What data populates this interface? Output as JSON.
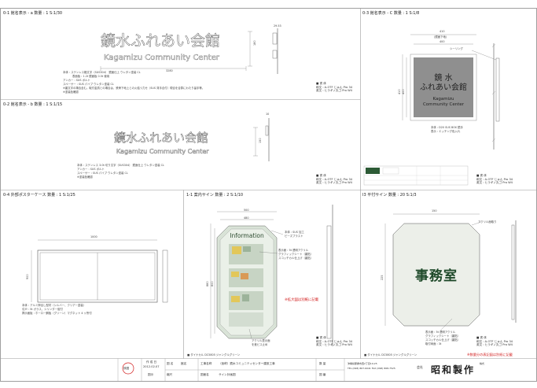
{
  "panels": {
    "p1": {
      "title": "0-1 館名表示 - a 数量 : 1 S:1/30",
      "sign_jp": "鏡水ふれあい会館",
      "sign_en": "Kagamizu Community Center",
      "dims": {
        "w": "3280",
        "h": "180",
        "g": "180",
        "t": "29.53"
      },
      "notes": [
        "本体 : ステンレス箱文字（SUS304） 鏡面仕上 ウレタン塗装 CL",
        "表面板 : 1.2t 鏡面板 0.5t 使用",
        "アンカー : SUS ボルト",
        "スペーサー : SUS パイプ ウレタン塗装 CL",
        "※裏文字の場合含む。取付金具との場合は、鉄骨下地上との火結つ力せ（SUS 背手合付）現合を合算にわたり留手等。",
        "※塗装色確認"
      ],
      "fonts": {
        "head": "■ 書 体",
        "jp": "和文 : A-OTF じゅん Pro 34",
        "en": "英文 : ヒラギノ丸ゴ Pro W4"
      }
    },
    "p2": {
      "title": "0-2 館名表示 - b 数量 : 1 S:1/15",
      "sign_jp": "鏡水ふれあい会館",
      "sign_en": "Kagamizu Community Center",
      "dims": {
        "h": "150",
        "t": "10"
      },
      "notes": [
        "本体 : ステンレス 3.0t 切り文字（SUS304） 鏡面仕上 ウレタン塗装 CL",
        "アンカー : SUS ボルト",
        "スペーサー : SUS パイプ ウレタン塗装 CL",
        "※塗装色確認"
      ],
      "fonts": {
        "head": "■ 書 体",
        "jp": "和文 : A-OTF じゅん Pro 34",
        "en": "英文 : ヒラギノ丸ゴ Pro W4"
      }
    },
    "p3": {
      "title": "0-3 館名表示 - C 数量 : 1 S:1/8",
      "sign_jp_1": "鏡 水",
      "sign_jp_2": "ふれあい会館",
      "sign_en_1": "Kagamizu",
      "sign_en_2": "Community Center",
      "dims": {
        "w_outer": "410",
        "w_outer_sub": "(鏡面下地)",
        "w_inner": "400",
        "h": "410",
        "h_inner": "400",
        "edge": "シーリング"
      },
      "notes": [
        "本体 : D20 SUS BOX 鏡手",
        "表示 : エッチング色入れ"
      ],
      "fonts": {
        "head": "■ 書 体",
        "jp": "和文 : A-OTF じゅん Pro 34",
        "en": "英文 : ヒラギノ丸ゴ Pro W4"
      }
    },
    "p4": {
      "title": "0-4 外部ポスターケース 数量 : 1 S:1/25",
      "dims": {
        "w": "1000",
        "h": "900"
      },
      "notes": [
        "本体 : アルミ押出し型材（シルバー、クリアー塗装）",
        "引戸 : 5t ガラス、シリンダー錠付",
        "掲示面板 : ホーロー鋼板（グリーン）マグネット 4 ヶ所付"
      ]
    },
    "p5": {
      "title": "1-1 案内サイン 数量 : 2 S:1/10",
      "board_title": "Information",
      "dims": {
        "w_outer": "500",
        "w_inner": "480",
        "h_outer": "880",
        "h_inner": "800"
      },
      "callouts": [
        "本体 : SUS 加工",
        "ピーズブラスト",
        "表示面 : 5t 透明アクリル",
        "グラフィックシート（裏貼）",
        "スコッチカル仕上げ（裏貼）",
        "アクリル表示面",
        "を差ビス止め"
      ],
      "red_note": "※拡大図は別紙に記載",
      "fonts": {
        "head": "■ 書 体",
        "jp": "和文 : A-OTF じゅん Pro 34",
        "en": "英文 : ヒラギノ丸ゴ Pro W4"
      },
      "color_note": "■ ダイナカル DC5805 ジャングルグリーン"
    },
    "p6": {
      "title": "I3 平付サイン 数量 : 20 S:1/3",
      "sign_text": "事務室",
      "dims": {
        "w": "150",
        "h": "225",
        "top": "アクリル面取り"
      },
      "callouts": [
        "表示面 : 5t 透明アクリル",
        "グラフィックシート（裏貼）",
        "スコッチカル仕上げ（裏貼）",
        "取付両面 : 3t"
      ],
      "red_note": "※数量分の表記図は別紙に記載",
      "fonts": {
        "head": "■ 書 体",
        "jp": "和文 : A-OTF じゅん Pro 34",
        "en": "英文 : ヒラギノ丸ゴ Pro W4"
      },
      "color_note": "■ ダイナカル DC5805 ジャングルグリーン"
    }
  },
  "title_block": {
    "date_label": "作 成 日",
    "date": "2012.02.07",
    "cells": [
      {
        "k": "図 名",
        "v": "館名"
      },
      {
        "k": "工事名称",
        "v": "（仮称）鏡水コミュニティセンター建設工事"
      },
      {
        "k": "数 量",
        "v": ""
      },
      {
        "k": "縮尺",
        "v": "図示"
      },
      {
        "k": "図面名",
        "v": "サイン計画図"
      },
      {
        "k": "図 番",
        "v": ""
      }
    ],
    "company_small": "株式",
    "company": "昭和製作",
    "company_prefix": "会社",
    "address": "沖縄県那覇市西2丁目19-25",
    "tel": "TEL (098) 867-6041 FAX (098) 868-7525",
    "stamp_text": "検図"
  },
  "colors": {
    "green": "#1f4a2a",
    "red": "#d21e1e",
    "steel": "#8d8d8d"
  }
}
